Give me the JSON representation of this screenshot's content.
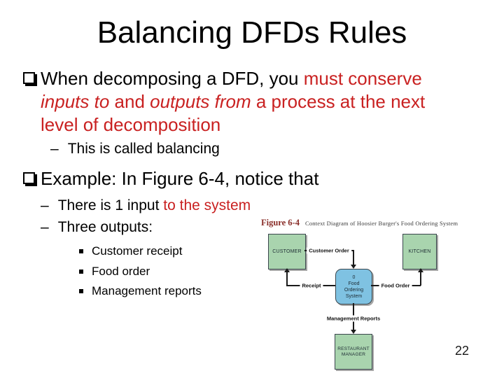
{
  "slide": {
    "title": "Balancing DFDs Rules",
    "page_number": "22"
  },
  "colors": {
    "body_red": "#c92121",
    "figure_label_red": "#8a2f2a",
    "entity_fill_green": "#a9d4ae",
    "process_fill_blue": "#7fc2e2",
    "node_border": "#3a464d"
  },
  "bullet1": {
    "line1_black": "When decomposing a DFD, you ",
    "line1_red": "must conserve",
    "line2_italic1": "inputs to",
    "line2_mid": " and ",
    "line2_italic2": "outputs from",
    "line2_tail": " a process at the next",
    "line3": "level of decomposition"
  },
  "sub1": {
    "dash": "–",
    "text": "This is called balancing"
  },
  "bullet2": {
    "text": "Example: In Figure 6-4, notice that"
  },
  "sub2": {
    "dash": "–",
    "black": "There is 1 input ",
    "red": "to the system"
  },
  "sub3": {
    "dash": "–",
    "text": "Three outputs:"
  },
  "sub_items": [
    "Customer receipt",
    "Food order",
    "Management reports"
  ],
  "figure": {
    "label": "Figure 6-4",
    "caption": "Context Diagram of Hoosier Burger's Food Ordering System",
    "customer": "CUSTOMER",
    "kitchen": "KITCHEN",
    "process": [
      "0",
      "Food",
      "Ordering",
      "System"
    ],
    "manager": [
      "RESTAURANT",
      "MANAGER"
    ],
    "flow_customer_order": "Customer Order",
    "flow_receipt": "Receipt",
    "flow_food_order": "Food Order",
    "flow_management_reports": "Management Reports"
  }
}
